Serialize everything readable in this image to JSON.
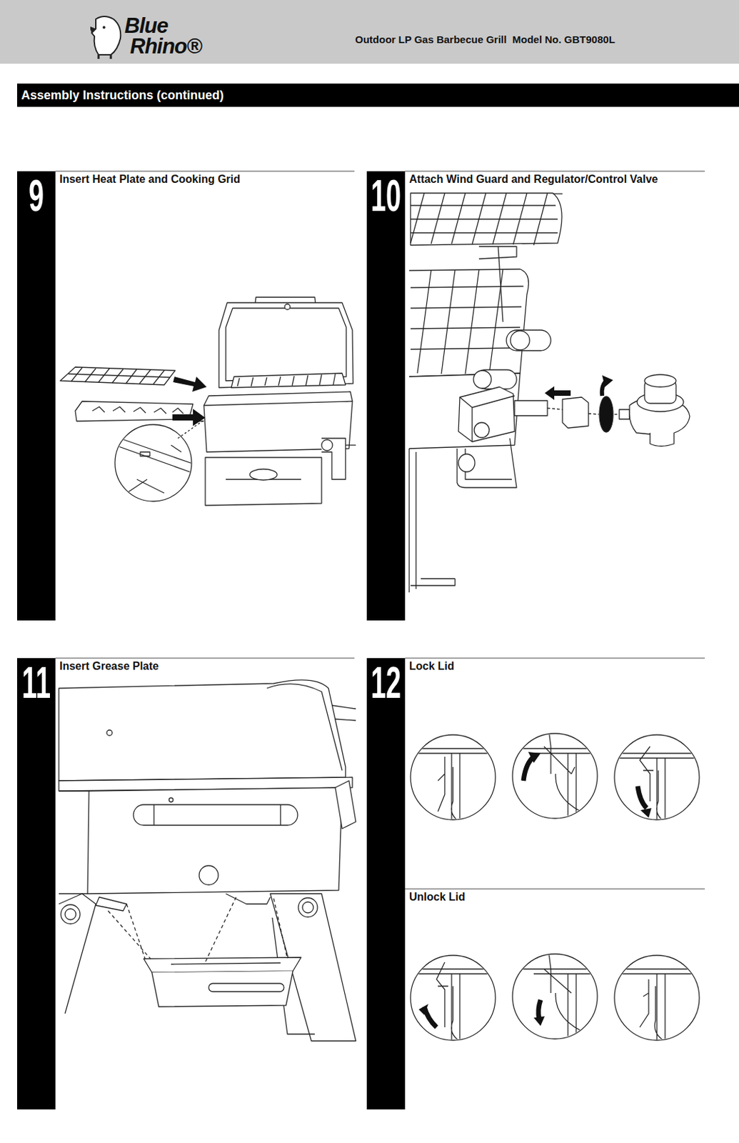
{
  "diagram": {
    "nodes": [
      {
        "text": [
          "Outdoor LP Gas Barbecue Grill  Model No. GBT9080L"
        ]
      },
      {
        "text": [
          "Assembly Instructions (continued)"
        ]
      },
      {
        "text": [
          "9",
          "Insert Heat Plate and Cooking Grid"
        ]
      },
      {
        "text": [
          "10",
          "Attach Wind Guard and Regulator/Control Valve"
        ]
      },
      {
        "text": [
          "11",
          "Insert Grease Plate"
        ]
      },
      {
        "text": [
          "12",
          "Lock Lid",
          "Unlock Lid"
        ]
      }
    ],
    "labels": [
      "Blue",
      "Rhino®"
    ]
  }
}
